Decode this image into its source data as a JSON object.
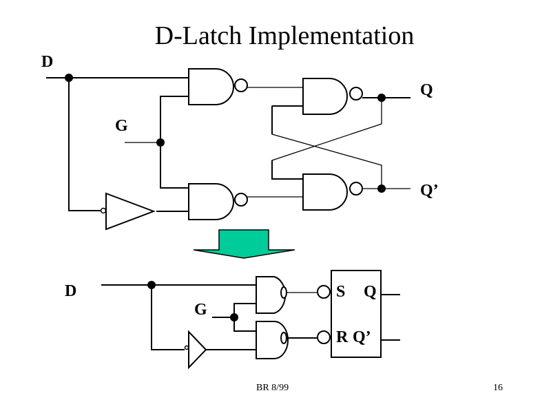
{
  "slide": {
    "title": "D-Latch Implementation",
    "footer_center": "BR 8/99",
    "page_number": "16"
  },
  "top_circuit": {
    "labels": {
      "d": "D",
      "g": "G",
      "q": "Q",
      "q_bar": "Q’"
    },
    "components": [
      "nand-gate-input-d",
      "nand-gate-input-dbar",
      "inverter",
      "nand-gate-latch-top",
      "nand-gate-latch-bottom"
    ]
  },
  "arrow": {
    "direction": "down",
    "color": "#00cc99"
  },
  "bottom_circuit": {
    "labels": {
      "d": "D",
      "g": "G"
    },
    "sr_latch": {
      "s": "S",
      "r": "R",
      "q": "Q",
      "q_bar": "Q’"
    }
  }
}
